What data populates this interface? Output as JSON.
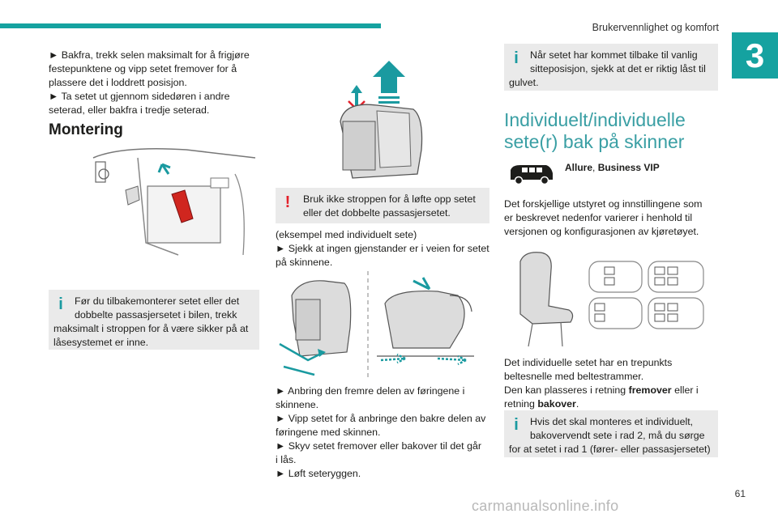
{
  "header": {
    "section_title": "Brukervennlighet og komfort",
    "chapter_number": "3",
    "page_number": "61"
  },
  "col1": {
    "intro_lines": [
      "► Bakfra, trekk selen maksimalt for å frigjøre",
      "festepunktene og vipp setet fremover for å",
      "plassere det i loddrett posisjon.",
      "► Ta setet ut gjennom sidedøren i andre",
      "seterad, eller bakfra i tredje seterad."
    ],
    "heading": "Montering",
    "info_note_lines": [
      "Før du tilbakemonterer setet eller det",
      "dobbelte passasjersetet i bilen, trekk",
      "maksimalt i stroppen for å være sikker på at",
      "låsesystemet er inne."
    ]
  },
  "col2": {
    "warning_lines": [
      "Bruk ikke stroppen for å løfte opp setet",
      "eller det dobbelte passasjersetet."
    ],
    "example_lines": [
      "(eksempel med individuelt sete)",
      "► Sjekk at ingen gjenstander er i veien for setet",
      "på skinnene."
    ],
    "steps_lines": [
      "► Anbring den fremre delen av føringene i",
      "skinnene.",
      "► Vipp setet for å anbringe den bakre delen av",
      "føringene med skinnen.",
      "► Skyv setet fremover eller bakover til det går",
      "i lås.",
      "► Løft seteryggen."
    ]
  },
  "col3": {
    "info_note_lines": [
      "Når setet har kommet tilbake til vanlig",
      "sitteposisjon, sjekk at det er riktig låst til",
      "gulvet."
    ],
    "heading_lines": [
      "Individuelt/individuelle",
      "sete(r) bak på skinner"
    ],
    "trim_a": "Allure",
    "trim_sep": ", ",
    "trim_b": "Business VIP",
    "desc_lines": [
      "Det forskjellige utstyret og innstillingene som",
      "er beskrevet nedenfor varierer i henhold til",
      "versjonen og konfigurasjonen av kjøretøyet."
    ],
    "belt_lines": [
      "Det individuelle setet har en trepunkts",
      "beltesnelle med beltestrammer."
    ],
    "dir_text_1": "Den kan plasseres i retning ",
    "dir_bold_1": "fremover",
    "dir_text_2": " eller i",
    "dir_text_3": "retning ",
    "dir_bold_2": "bakover",
    "dir_text_4": ".",
    "info_note2_lines": [
      "Hvis det skal monteres et individuelt,",
      "bakovervendt sete i rad 2, må du sørge",
      "for at setet i rad 1 (fører- eller passasjersetet)"
    ]
  },
  "footer": {
    "watermark": "carmanualsonline.info"
  }
}
